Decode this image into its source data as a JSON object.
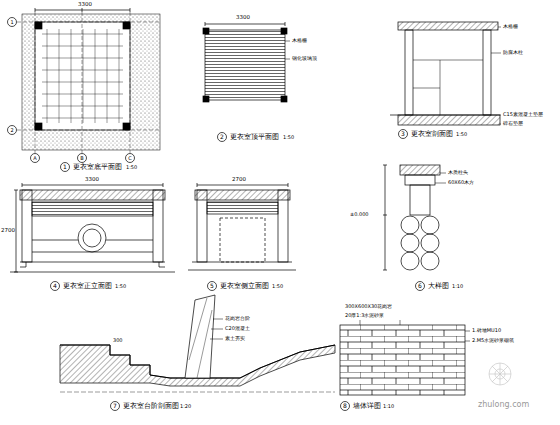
{
  "diagram": {
    "labels": [
      "3300",
      "1",
      "更衣室底平面图",
      "1:50",
      "A",
      "B",
      "C",
      "1",
      "2",
      "3300",
      "2",
      "更衣室顶平面图",
      "1:50",
      "木格栅",
      "钢化玻璃顶",
      "3",
      "更衣室剖面图",
      "1:50",
      "木格栅",
      "防腐木柱",
      "C15素混凝土垫层",
      "碎石垫层",
      "3300",
      "2700",
      "4",
      "更衣室正立面图",
      "1:50",
      "2700",
      "5",
      "更衣室侧立面图",
      "1:50",
      "木质柱头",
      "60X60木方",
      "±0.000",
      "6",
      "大样图",
      "1:10",
      "300",
      "花岗岩台阶",
      "C20混凝土",
      "素土夯实",
      "7",
      "更衣室台阶剖面图",
      "1:20",
      "8",
      "墙体详图",
      "1:10",
      "300X600X30花岗岩",
      "20厚1:3水泥砂浆",
      "1.砖墙MU10",
      "2.M5水泥砂浆砌筑",
      "zhulong.com"
    ]
  }
}
